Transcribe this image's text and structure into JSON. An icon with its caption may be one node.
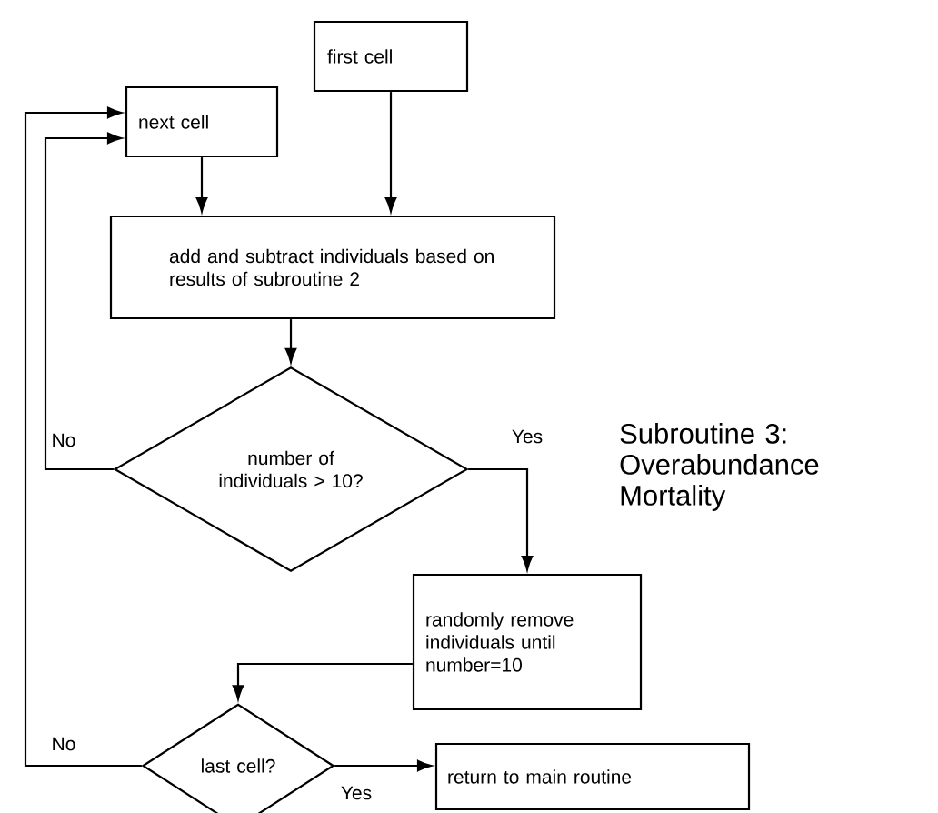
{
  "diagram": {
    "title": "Subroutine 3: Overabundance Mortality",
    "nodes": [
      {
        "text": [
          "first cell"
        ]
      },
      {
        "text": [
          "next cell"
        ]
      },
      {
        "text": [
          "add and subtract individuals based on results of subroutine 2"
        ]
      },
      {
        "text": [
          "number of individuals > 10?"
        ]
      },
      {
        "text": [
          "randomly remove individuals until number=10"
        ]
      },
      {
        "text": [
          "last cell?"
        ]
      },
      {
        "text": [
          "return to main routine"
        ]
      }
    ],
    "edges": [
      {
        "from": 0,
        "to": 2,
        "arrow": "to"
      },
      {
        "from": 1,
        "to": 2,
        "arrow": "to"
      },
      {
        "from": 2,
        "to": 3,
        "arrow": "to"
      },
      {
        "from": 3,
        "to": 1,
        "arrow": "to",
        "label": "No"
      },
      {
        "from": 3,
        "to": 4,
        "arrow": "to",
        "label": "Yes"
      },
      {
        "from": 4,
        "to": 5,
        "arrow": "to"
      },
      {
        "from": 5,
        "to": 1,
        "arrow": "to",
        "label": "No"
      },
      {
        "from": 5,
        "to": 6,
        "arrow": "to",
        "label": "Yes"
      }
    ]
  }
}
